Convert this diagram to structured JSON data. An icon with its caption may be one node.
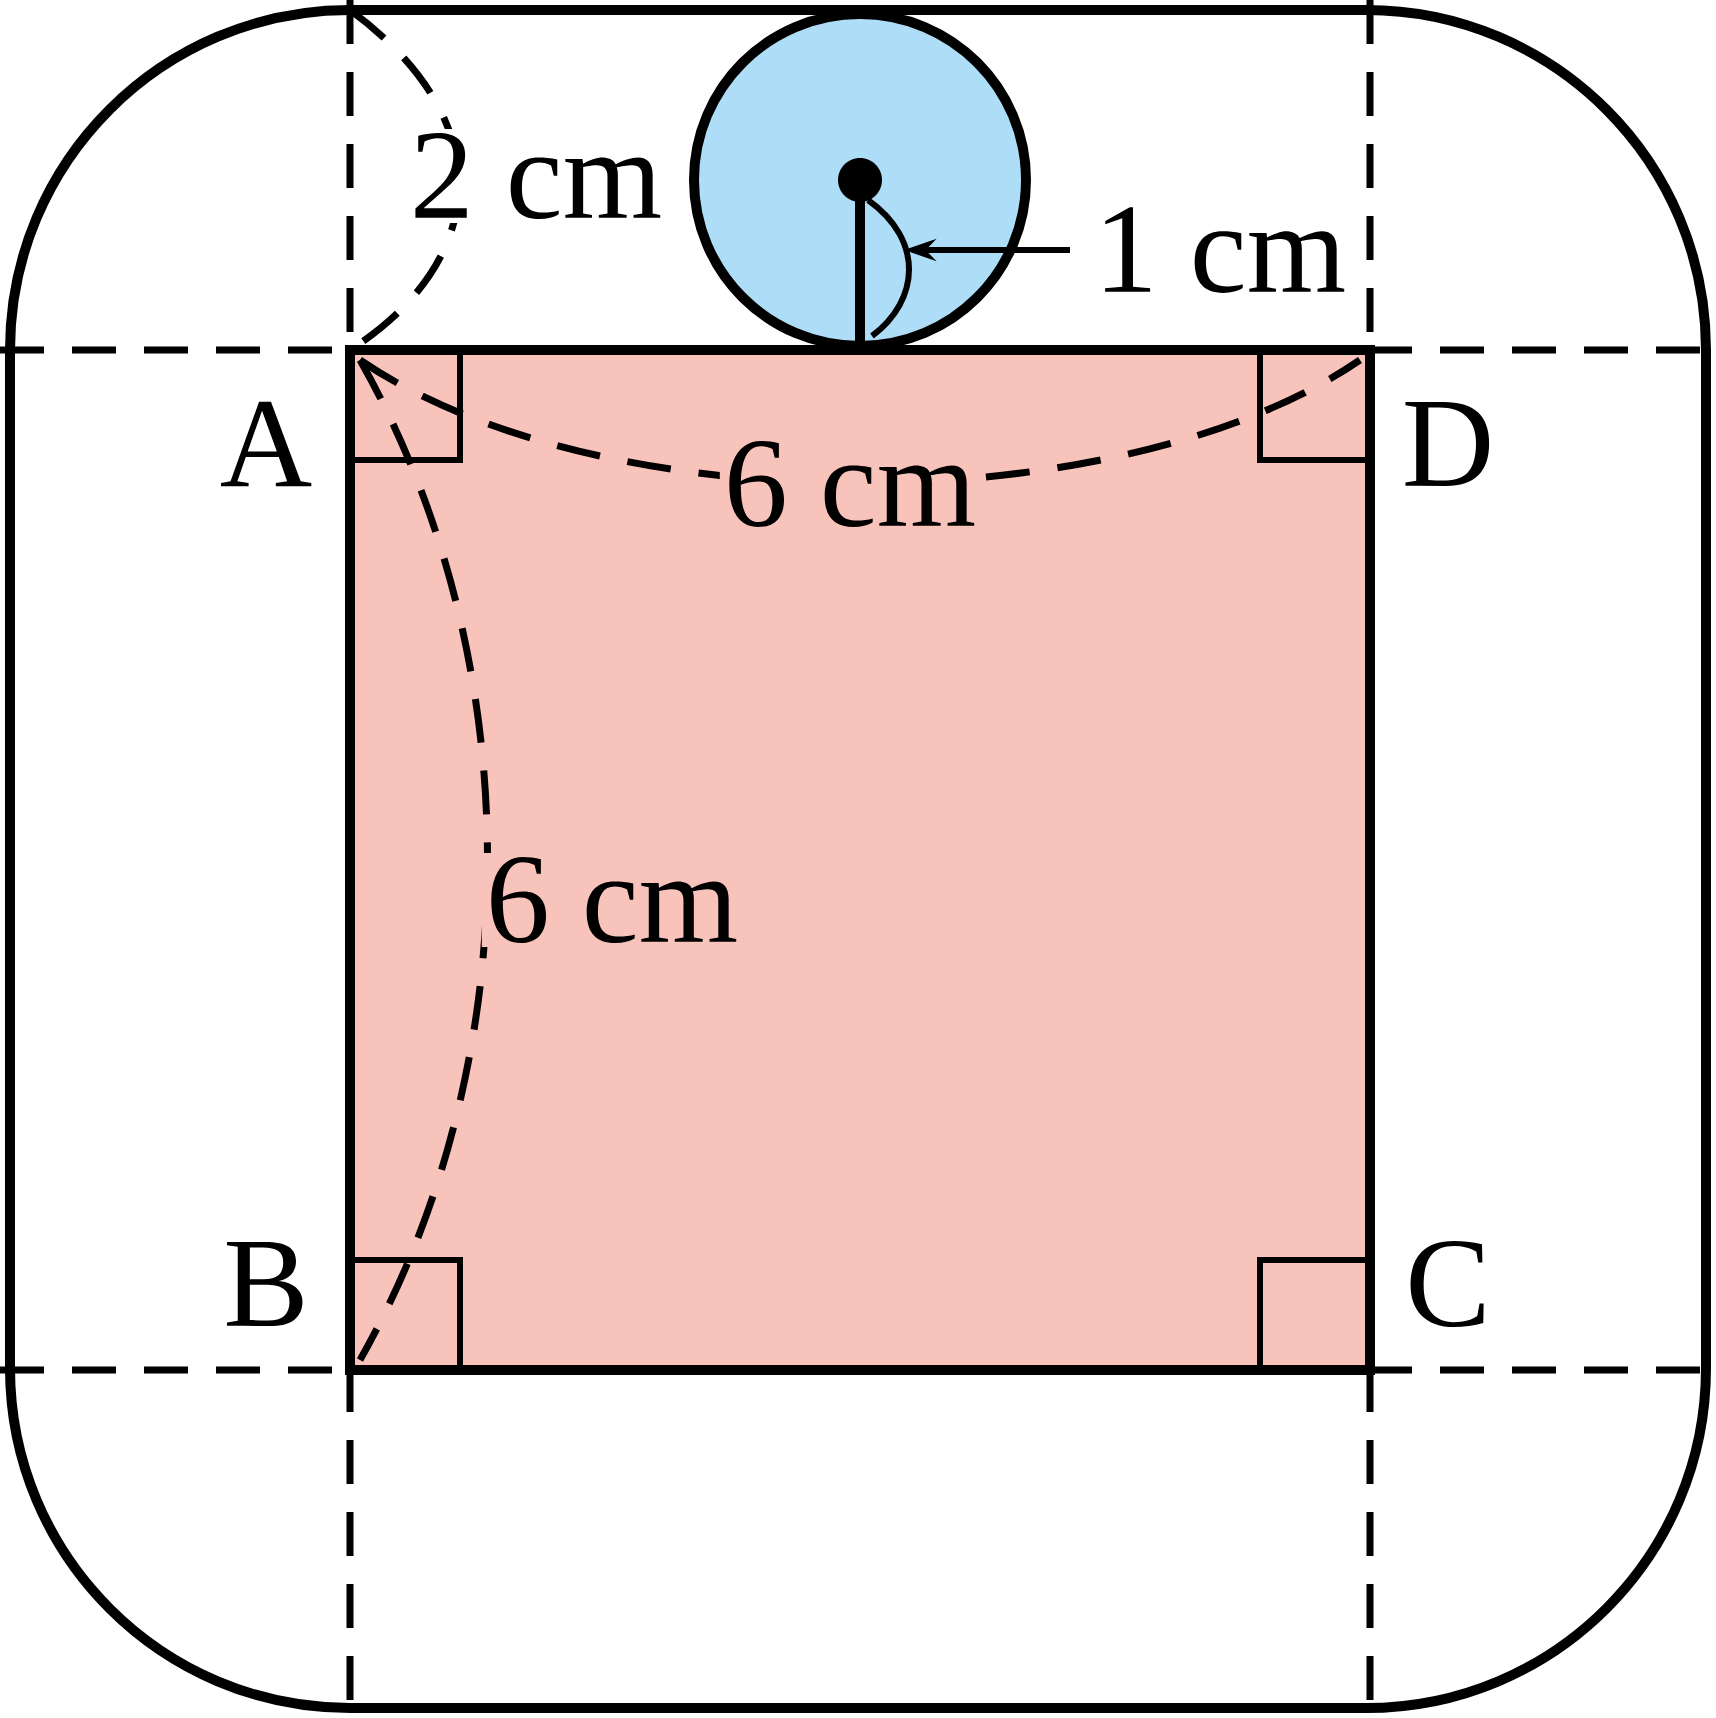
{
  "diagram": {
    "labels": [
      "2 cm",
      "1 cm",
      "A",
      "6 cm",
      "D",
      "6 cm",
      "B",
      "C"
    ]
  }
}
